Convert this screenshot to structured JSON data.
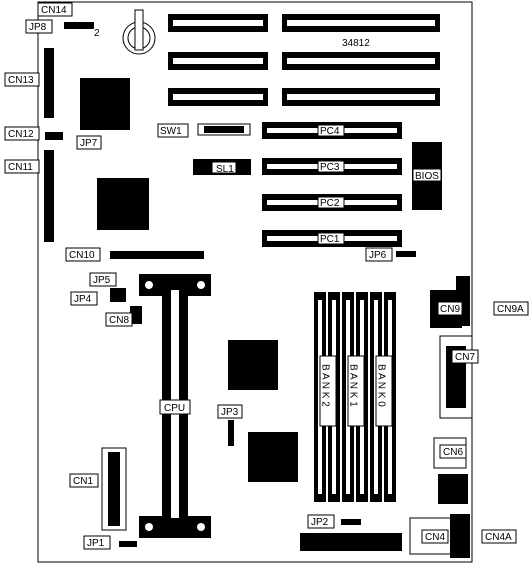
{
  "board_id": "34812",
  "connectors": {
    "cn14": "CN14",
    "cn13": "CN13",
    "cn12": "CN12",
    "cn11": "CN11",
    "cn10": "CN10",
    "cn8": "CN8",
    "cn1": "CN1",
    "cn9": "CN9",
    "cn9a": "CN9A",
    "cn7": "CN7",
    "cn6": "CN6",
    "cn4": "CN4",
    "cn4a": "CN4A"
  },
  "jumpers": {
    "jp8": "JP8",
    "jp7": "JP7",
    "jp6": "JP6",
    "jp5": "JP5",
    "jp4": "JP4",
    "jp3": "JP3",
    "jp2": "JP2",
    "jp1": "JP1"
  },
  "jp8_pin": "2",
  "switch": "SW1",
  "sl1": "SL1",
  "slots": {
    "pc1": "PC1",
    "pc2": "PC2",
    "pc3": "PC3",
    "pc4": "PC4"
  },
  "bios": "BIOS",
  "cpu": "CPU",
  "banks": [
    "B A N K 2",
    "B A N K 1",
    "B A N K 0"
  ]
}
